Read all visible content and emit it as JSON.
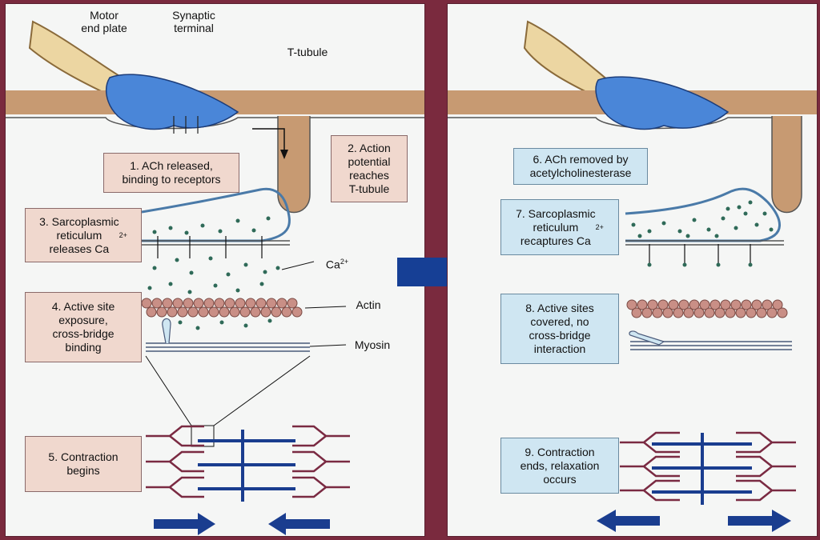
{
  "labels": {
    "motor_end_plate": "Motor\nend plate",
    "synaptic_terminal": "Synaptic\nterminal",
    "t_tubule": "T-tubule",
    "ca": "Ca",
    "ca_sup": "2+",
    "actin": "Actin",
    "myosin": "Myosin"
  },
  "steps": {
    "s1": "1. ACh released,\nbinding to receptors",
    "s2": "2. Action\npotential\nreaches\nT-tubule",
    "s3": "3. Sarcoplasmic\nreticulum\nreleases Ca",
    "s3_sup": "2+",
    "s4": "4. Active site\nexposure,\ncross-bridge\nbinding",
    "s5": "5. Contraction\nbegins",
    "s6": "6. ACh removed by\nacetylcholinesterase",
    "s7": "7. Sarcoplasmic\nreticulum\nrecaptures Ca",
    "s7_sup": "2+",
    "s8": "8. Active sites\ncovered, no\ncross-bridge\ninteraction",
    "s9": "9. Contraction\nends, relaxation\noccurs"
  },
  "colors": {
    "membrane": "#c79a72",
    "terminal": "#4a86d8",
    "nerve": "#ecd6a2",
    "ca": "#2f6a58",
    "actin": "#c98f86",
    "arrow": "#163f95",
    "thin_filament": "#7a2a42",
    "thick_filament": "#1a3d8f"
  },
  "icons": [
    "right-arrow-icon",
    "left-arrow-icon"
  ]
}
